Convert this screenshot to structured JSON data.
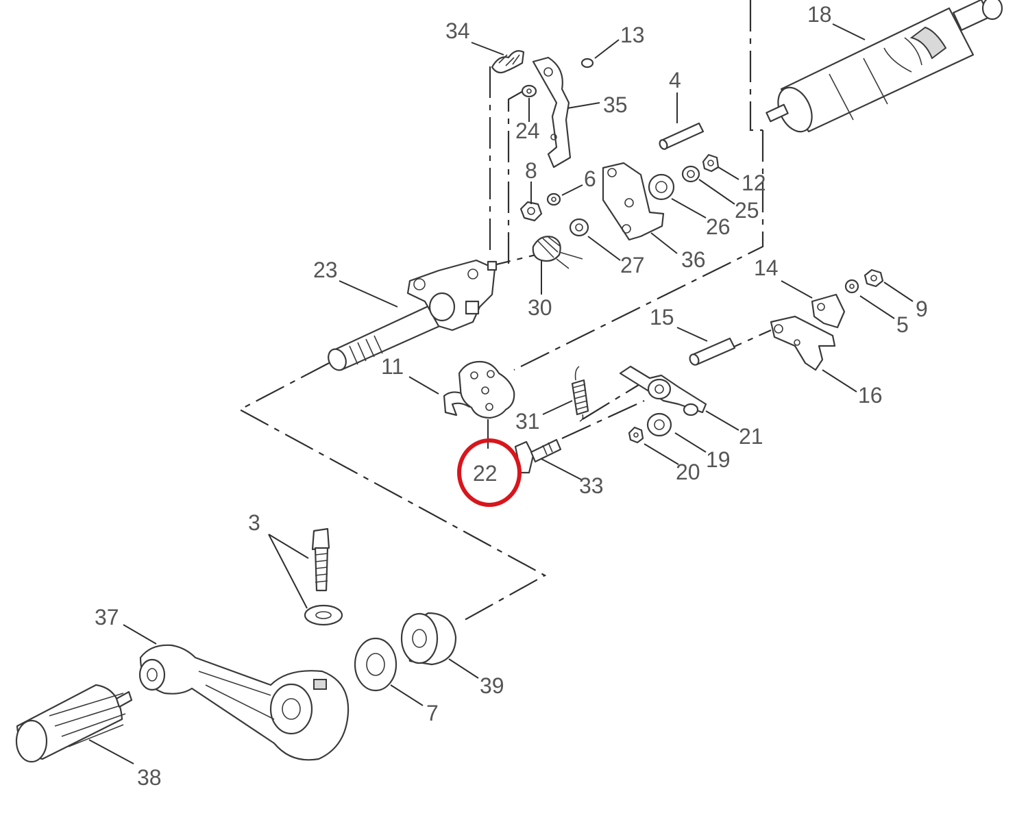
{
  "colors": {
    "line": "#3a3a3a",
    "label": "#555555",
    "highlight": "#d9151c",
    "background": "#ffffff"
  },
  "highlighted_part": "22",
  "callouts": {
    "c34": "34",
    "c13": "13",
    "c18": "18",
    "c35": "35",
    "c4": "4",
    "c24": "24",
    "c8": "8",
    "c6": "6",
    "c12": "12",
    "c25": "25",
    "c26": "26",
    "c36": "36",
    "c27": "27",
    "c23": "23",
    "c30": "30",
    "c14": "14",
    "c9": "9",
    "c5": "5",
    "c15": "15",
    "c16": "16",
    "c11": "11",
    "c31": "31",
    "c21": "21",
    "c19": "19",
    "c20": "20",
    "c22": "22",
    "c33": "33",
    "c3": "3",
    "c37": "37",
    "c39": "39",
    "c7": "7",
    "c38": "38"
  }
}
